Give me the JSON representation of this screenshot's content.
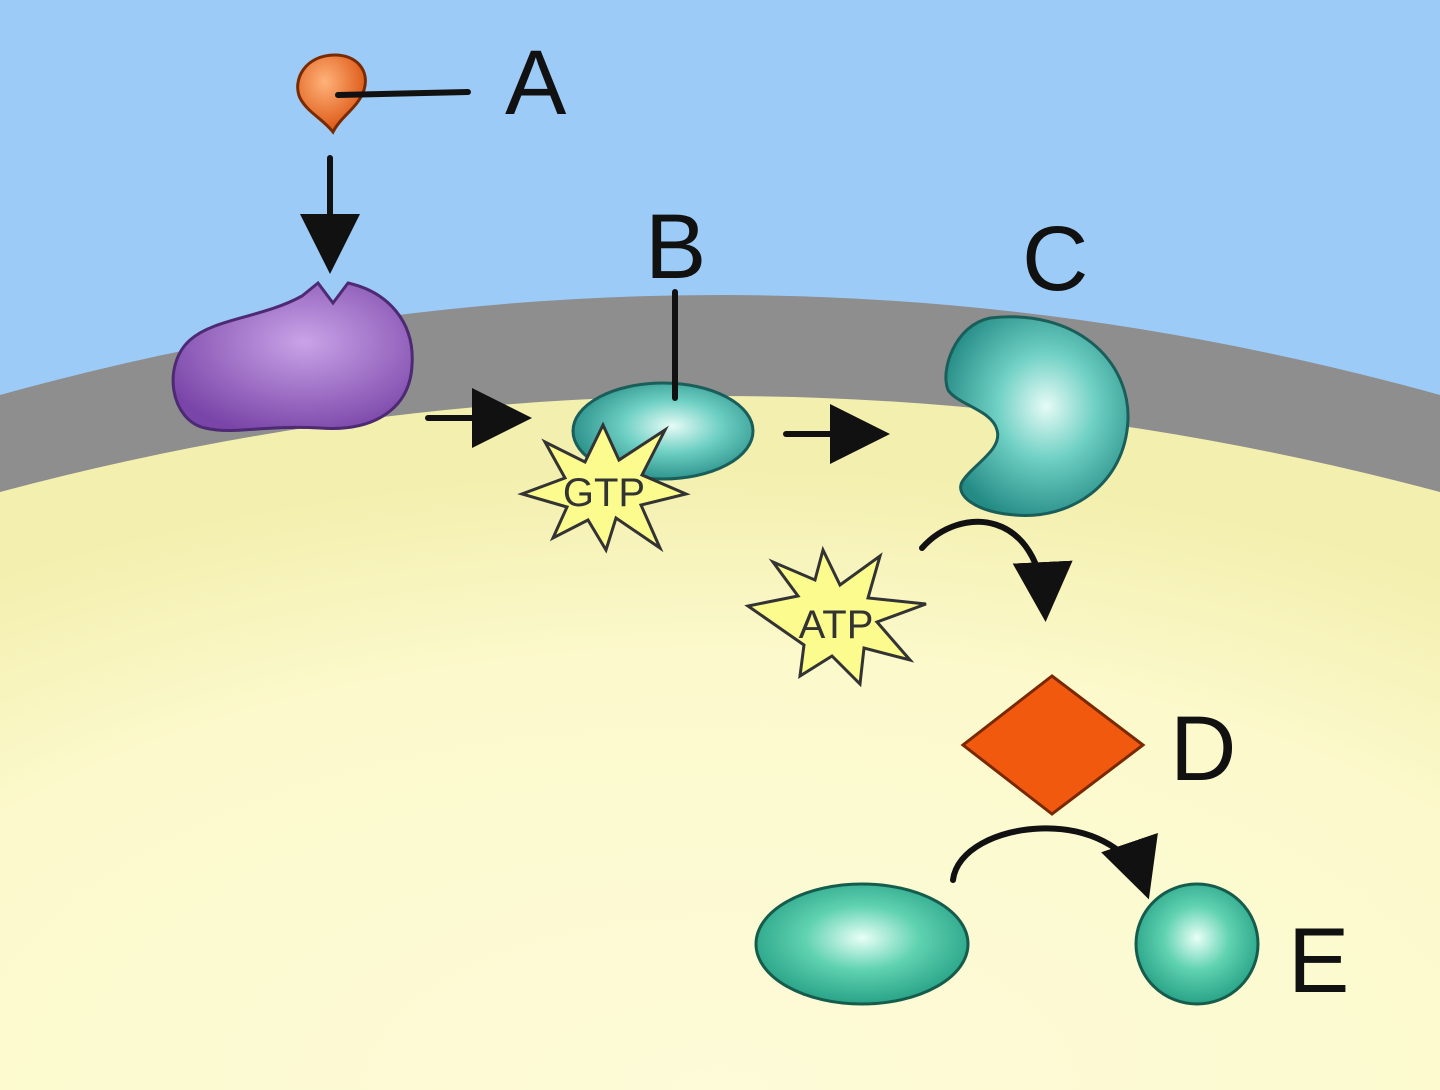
{
  "labels": {
    "a": "A",
    "b": "B",
    "c": "C",
    "d": "D",
    "e": "E"
  },
  "molecules": {
    "gtp": "GTP",
    "atp": "ATP"
  },
  "colors": {
    "extracellular": "#9dcbf7",
    "membrane": "#8e8e8e",
    "cytoplasm": "#fdfbd4",
    "ligand": "#e8641c",
    "receptor": "#9a66c2",
    "g_protein": "#2ea39b",
    "kinase": "#2f9e97",
    "second_messenger": "#f15a0e",
    "effector": "#2fb59a",
    "burst": "#fbfb8e"
  }
}
